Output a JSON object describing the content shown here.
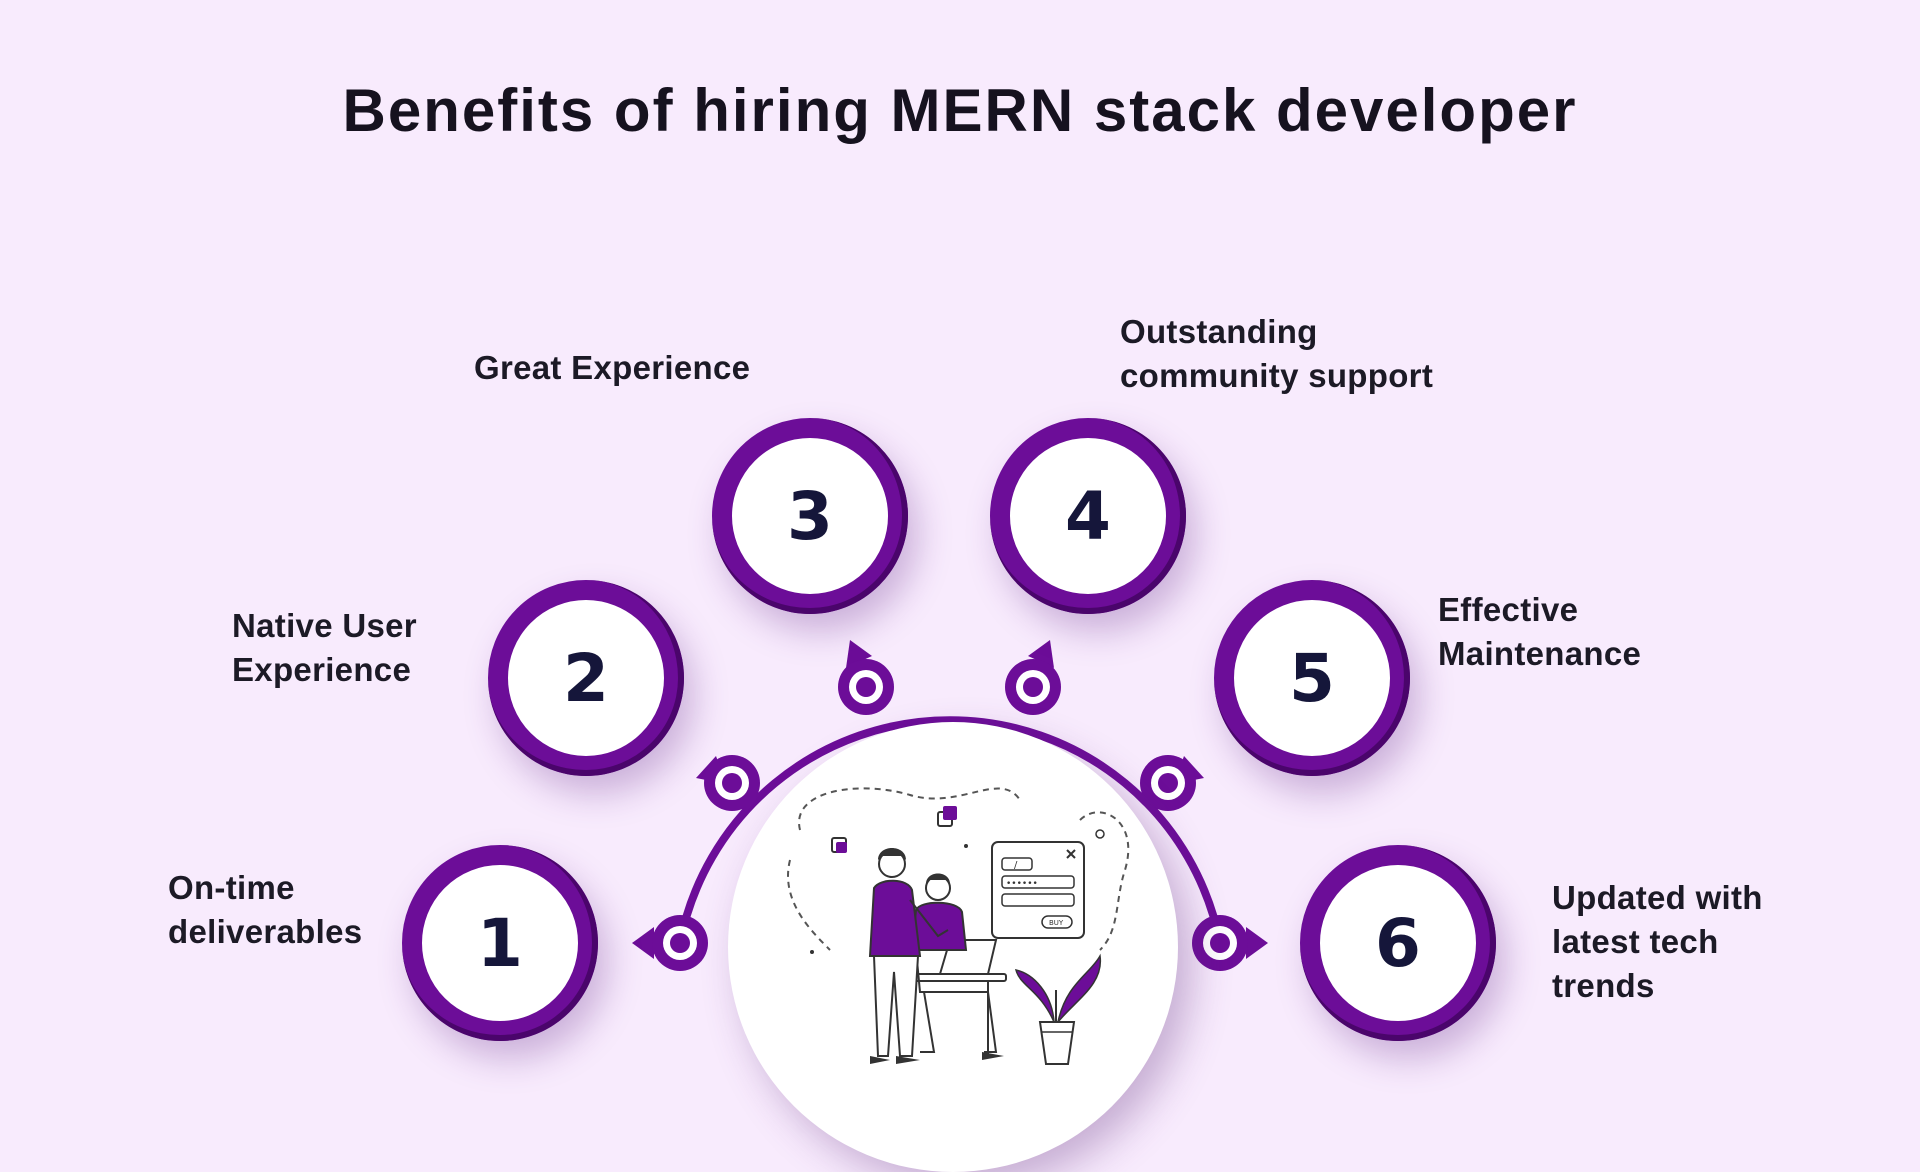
{
  "title": "Benefits of hiring MERN stack developer",
  "benefits": [
    {
      "number": "1",
      "label": "On-time\ndeliverables"
    },
    {
      "number": "2",
      "label": "Native User\nExperience"
    },
    {
      "number": "3",
      "label": "Great Experience"
    },
    {
      "number": "4",
      "label": "Outstanding\ncommunity support"
    },
    {
      "number": "5",
      "label": "Effective\nMaintenance"
    },
    {
      "number": "6",
      "label": "Updated with\nlatest tech\ntrends"
    }
  ],
  "illustration": {
    "login_field_text": "/",
    "password_field_text": "••••••",
    "buy_button_text": "BUY"
  },
  "colors": {
    "background": "#f8ebfd",
    "accent": "#6c0d98",
    "number_text": "#15163a",
    "title_text": "#16121f"
  },
  "icons": [
    "people-at-laptop-illustration",
    "potted-plant-icon",
    "login-window-icon"
  ]
}
